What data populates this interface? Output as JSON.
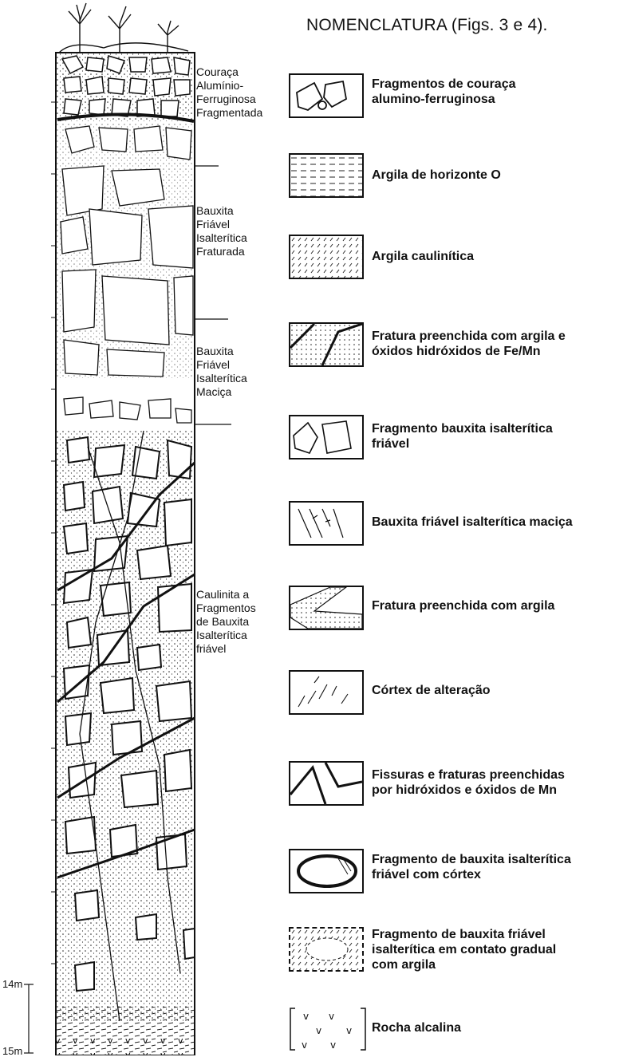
{
  "title": "NOMENCLATURA (Figs. 3 e 4).",
  "horizons": [
    {
      "text": "Couraça\nAlumínio-\nFerruginosa\nFragmentada"
    },
    {
      "text": "Bauxita\nFriável\nIsalterítica\nFraturada"
    },
    {
      "text": "Bauxita\nFriável\nIsalterítica\nMaciça"
    },
    {
      "text": "Caulinita a\nFragmentos\nde Bauxita\nIsalterítica\nfriável"
    }
  ],
  "legend": [
    {
      "label": "Fragmentos de couraça\nalumino-ferruginosa",
      "icon": "cuirass-fragments-icon"
    },
    {
      "label": "Argila de horizonte O",
      "icon": "o-horizon-clay-icon"
    },
    {
      "label": "Argila caulinítica",
      "icon": "kaolinitic-clay-icon"
    },
    {
      "label": "Fratura preenchida com argila e\nóxidos hidróxidos de Fe/Mn",
      "icon": "fe-mn-fracture-icon"
    },
    {
      "label": "Fragmento bauxita isalterítica\nfriável",
      "icon": "bauxite-fragment-icon"
    },
    {
      "label": "Bauxita friável isalterítica maciça",
      "icon": "massive-bauxite-icon"
    },
    {
      "label": "Fratura preenchida com argila",
      "icon": "clay-fracture-icon"
    },
    {
      "label": "Córtex de alteração",
      "icon": "alteration-cortex-icon"
    },
    {
      "label": "Fissuras e fraturas preenchidas\npor hidróxidos e óxidos de Mn",
      "icon": "mn-fissures-icon"
    },
    {
      "label": "Fragmento de bauxita isalterítica\nfriável com córtex",
      "icon": "cortex-fragment-icon"
    },
    {
      "label": "Fragmento de bauxita friável\nisalterítica em contato gradual\ncom argila",
      "icon": "gradual-contact-fragment-icon"
    },
    {
      "label": "Rocha alcalina",
      "icon": "alkaline-rock-icon"
    }
  ],
  "scale": {
    "top": "14m",
    "bottom": "15m"
  }
}
